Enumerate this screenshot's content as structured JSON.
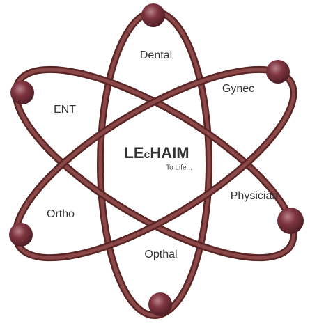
{
  "colors": {
    "orbit": "#7a3a3a",
    "orbit_dark": "#5a2424",
    "sphere": "#7e3540",
    "sphere_dark": "#4f1e26",
    "sphere_highlight": "#b8808a",
    "text": "#333333"
  },
  "logo": {
    "part1": "LE",
    "part2": "c",
    "part3": "HAIM",
    "tagline": "To Life..."
  },
  "labels": {
    "dental": "Dental",
    "gynec": "Gynec",
    "ent": "ENT",
    "physician": "Physician",
    "ortho": "Ortho",
    "opthal": "Opthal"
  }
}
